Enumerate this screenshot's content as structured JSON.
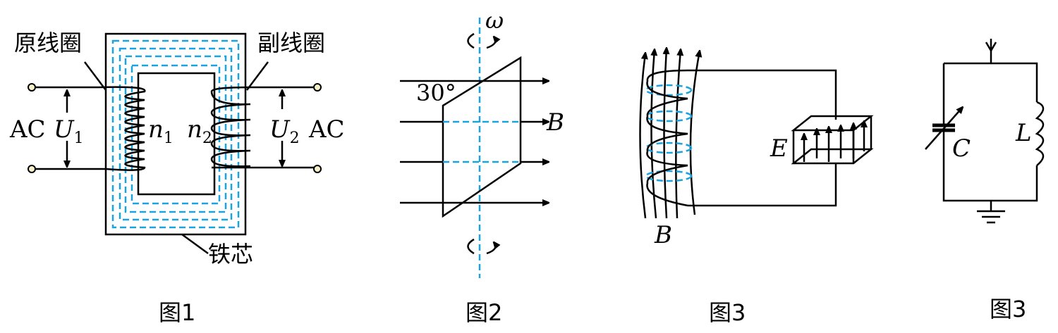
{
  "fig1": {
    "primary_coil": "原线圈",
    "secondary_coil": "副线圈",
    "core": "铁芯",
    "ac_left": "AC",
    "ac_right": "AC",
    "u1": "U",
    "u1_sub": "1",
    "u2": "U",
    "u2_sub": "2",
    "n1": "n",
    "n1_sub": "1",
    "n2": "n",
    "n2_sub": "2",
    "caption": "图1"
  },
  "fig2": {
    "angle": "30°",
    "omega": "ω",
    "field": "B",
    "caption": "图2"
  },
  "fig3": {
    "e_field": "E",
    "b_field": "B",
    "caption": "图3"
  },
  "fig4": {
    "capacitor": "C",
    "inductor": "L",
    "caption": "图3"
  },
  "colors": {
    "line": "#000000",
    "dashed": "#1aa3e0",
    "terminal": "#f5f0c8"
  }
}
